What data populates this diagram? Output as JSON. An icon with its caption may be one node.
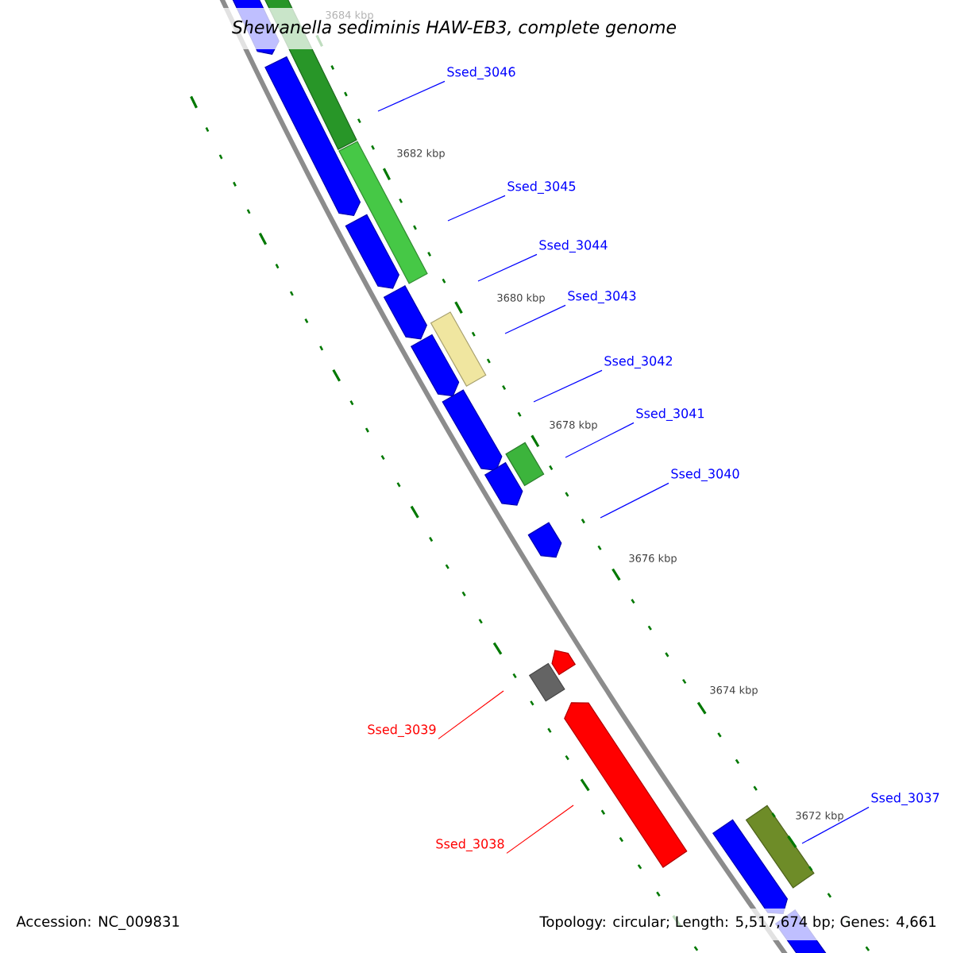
{
  "diagram": {
    "title": "Shewanella sediminis HAW-EB3, complete genome",
    "nodes": [
      {
        "text": [
          "Ssed_3046"
        ]
      },
      {
        "text": [
          "Ssed_3045"
        ]
      },
      {
        "text": [
          "Ssed_3044"
        ]
      },
      {
        "text": [
          "Ssed_3043"
        ]
      },
      {
        "text": [
          "Ssed_3042"
        ]
      },
      {
        "text": [
          "Ssed_3041"
        ]
      },
      {
        "text": [
          "Ssed_3040"
        ]
      },
      {
        "text": [
          "Ssed_3039"
        ]
      },
      {
        "text": [
          "Ssed_3038"
        ]
      },
      {
        "text": [
          "Ssed_3037"
        ]
      }
    ],
    "edges": [
      {
        "from": 0,
        "to": null,
        "arrow": "none"
      },
      {
        "from": 1,
        "to": null,
        "arrow": "none"
      },
      {
        "from": 2,
        "to": null,
        "arrow": "none"
      },
      {
        "from": 3,
        "to": null,
        "arrow": "none"
      },
      {
        "from": 4,
        "to": null,
        "arrow": "none"
      },
      {
        "from": 5,
        "to": null,
        "arrow": "none"
      },
      {
        "from": 6,
        "to": null,
        "arrow": "none"
      },
      {
        "from": 7,
        "to": null,
        "arrow": "none",
        "color": "#ff0000"
      },
      {
        "from": 8,
        "to": null,
        "arrow": "none",
        "color": "#ff0000"
      },
      {
        "from": 9,
        "to": null,
        "arrow": "none"
      }
    ],
    "labels": [
      "3684 kbp",
      "3682 kbp",
      "3680 kbp",
      "3678 kbp",
      "3676 kbp",
      "3674 kbp",
      "3672 kbp",
      "Accession: NC_009831",
      "Topology: circular; Length: 5,517,674 bp; Genes: 4,661"
    ]
  }
}
